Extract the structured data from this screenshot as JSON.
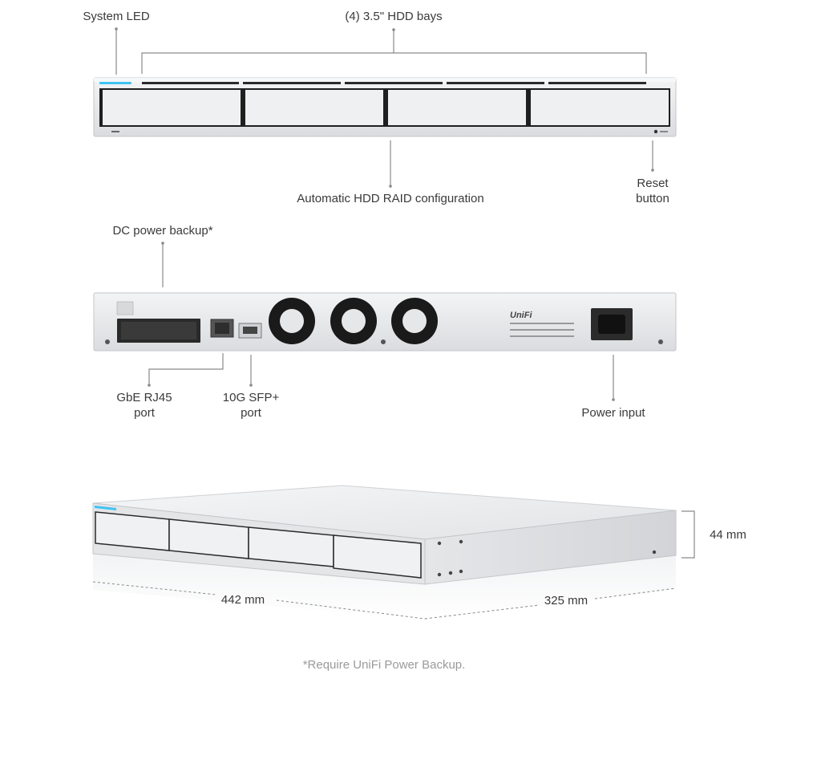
{
  "front_view": {
    "labels": {
      "system_led": "System LED",
      "hdd_bays": "(4) 3.5\" HDD bays",
      "raid": "Automatic HDD RAID configuration",
      "reset_line1": "Reset",
      "reset_line2": "button"
    },
    "bay_count": 4
  },
  "rear_view": {
    "labels": {
      "dc_power": "DC power backup*",
      "rj45_line1": "GbE RJ45",
      "rj45_line2": "port",
      "sfp_line1": "10G SFP+",
      "sfp_line2": "port",
      "power_input": "Power input"
    },
    "fan_count": 3,
    "brand_logo": "UniFi"
  },
  "perspective_view": {
    "dimensions": {
      "width": "442 mm",
      "depth": "325 mm",
      "height": "44 mm"
    }
  },
  "footnote": "*Require UniFi Power Backup.",
  "colors": {
    "chassis": "#e6e7e9",
    "chassis_edge": "#c9cbce",
    "bay_face": "#eef0f2",
    "led": "#3ec3f5",
    "callout": "#8a8a8a"
  }
}
